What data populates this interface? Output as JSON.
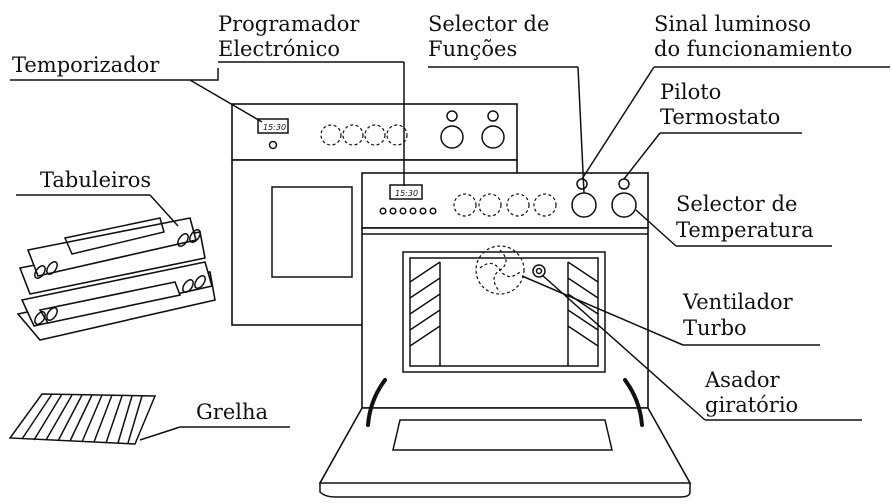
{
  "labels": {
    "programador_l1": "Programador",
    "programador_l2": "Electrónico",
    "selector_funcoes_l1": "Selector de",
    "selector_funcoes_l2": "Funções",
    "sinal_l1": "Sinal luminoso",
    "sinal_l2": "do funcionamiento",
    "temporizador": "Temporizador",
    "piloto_l1": "Piloto",
    "piloto_l2": "Termostato",
    "tabuleiros": "Tabuleiros",
    "selector_temp_l1": "Selector de",
    "selector_temp_l2": "Temperatura",
    "ventilador_l1": "Ventilador",
    "ventilador_l2": "Turbo",
    "asador_l1": "Asador",
    "asador_l2": "giratório",
    "grelha": "Grelha"
  },
  "displays": {
    "back_oven_time": "15:30",
    "front_oven_time": "15:30"
  }
}
